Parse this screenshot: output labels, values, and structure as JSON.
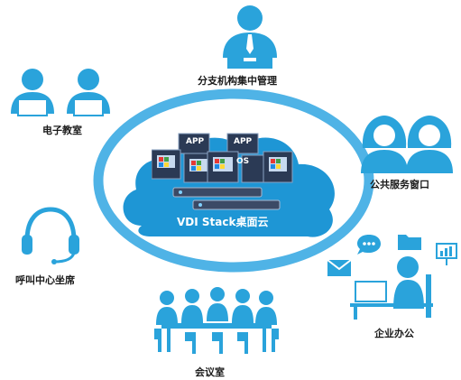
{
  "center": {
    "title": "VDI Stack桌面云"
  },
  "nodes": {
    "branch_mgmt": {
      "label": "分支机构集中管理"
    },
    "e_classroom": {
      "label": "电子教室"
    },
    "public_service": {
      "label": "公共服务窗口"
    },
    "call_center": {
      "label": "呼叫中心坐席"
    },
    "enterprise_office": {
      "label": "企业办公"
    },
    "meeting_room": {
      "label": "会议室"
    }
  },
  "chips": {
    "app": "APP",
    "os": "OS"
  },
  "colors": {
    "primary": "#2aa3db",
    "ring": "#4fb3e6",
    "cloud_inner": "#1e96d5",
    "dark_panel": "#2b3a55"
  }
}
